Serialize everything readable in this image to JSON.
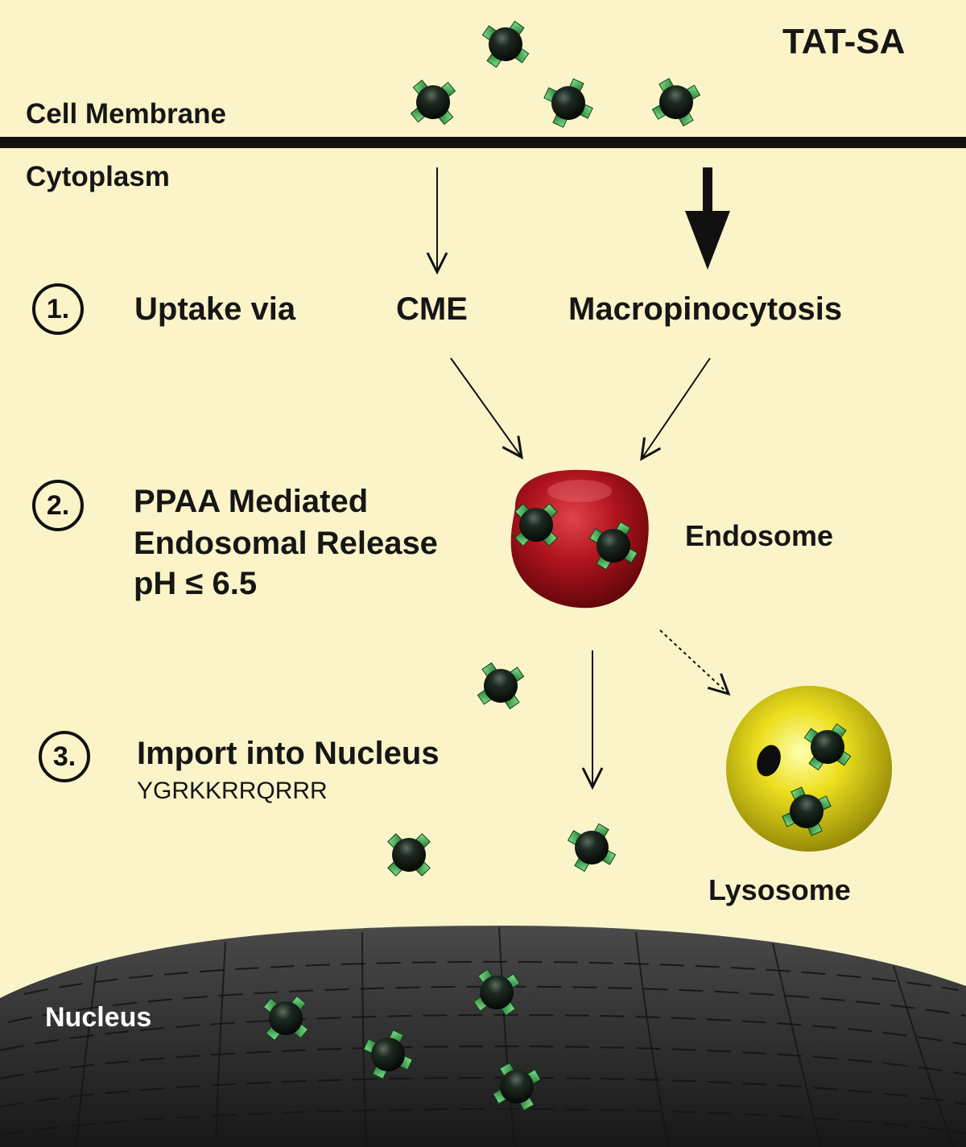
{
  "title": "TAT-SA",
  "labels": {
    "cell_membrane": "Cell Membrane",
    "cytoplasm": "Cytoplasm",
    "cme": "CME",
    "macropinocytosis": "Macropinocytosis",
    "endosome": "Endosome",
    "lysosome": "Lysosome",
    "nucleus": "Nucleus"
  },
  "steps": [
    {
      "number": "1.",
      "text": "Uptake via"
    },
    {
      "number": "2.",
      "line1": "PPAA Mediated",
      "line2": "Endosomal Release",
      "line3": "pH ≤ 6.5"
    },
    {
      "number": "3.",
      "text": "Import into Nucleus",
      "sequence": "YGRKKRRQRRR"
    }
  ],
  "colors": {
    "background": "#fbf4c9",
    "membrane": "#111111",
    "endosome": "#b0141e",
    "lysosome": "#ecdf1e",
    "nucleus": "#2a2a2a",
    "particle_core": "#0f1a12",
    "particle_ligand": "#2fa046"
  },
  "icons": {
    "particle": "tat-sa-nanoparticle-icon"
  }
}
